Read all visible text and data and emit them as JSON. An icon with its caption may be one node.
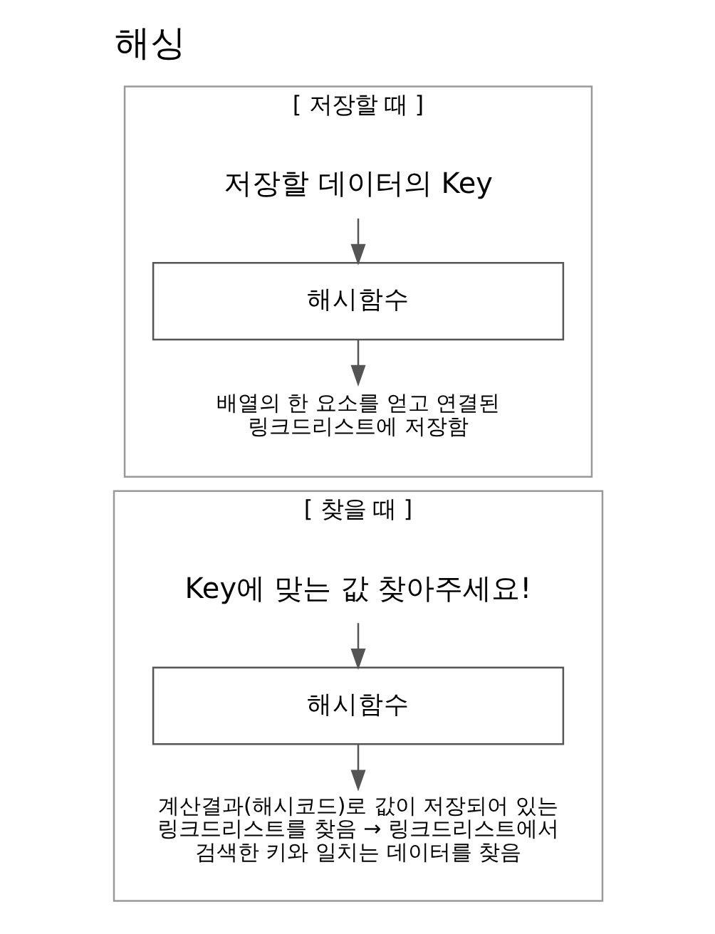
{
  "diagram": {
    "title": "해싱",
    "nodes": [
      {
        "text": [
          "[ 저장할 때 ]"
        ]
      },
      {
        "text": [
          "저장할 데이터의 Key"
        ],
        "in": 0
      },
      {
        "text": [
          "해시함수"
        ],
        "in": 0
      },
      {
        "text": [
          "배열의 한 요소를 얻고 연결된 링크드리스트에 저장함"
        ],
        "in": 0
      },
      {
        "text": [
          "[ 찾을 때 ]"
        ]
      },
      {
        "text": [
          "Key에 맞는 값 찾아주세요!"
        ],
        "in": 4
      },
      {
        "text": [
          "해시함수"
        ],
        "in": 4
      },
      {
        "text": [
          "계산결과(해시코드)로 값이 저장되어 있는 링크드리스트를 찾음 → 링크드리스트에서 검색한 키와 일치는 데이터를 찾음"
        ],
        "in": 4
      }
    ],
    "edges": [
      {
        "from": 1,
        "to": 2,
        "arrow": "to"
      },
      {
        "from": 2,
        "to": 3,
        "arrow": "to"
      },
      {
        "from": 5,
        "to": 6,
        "arrow": "to"
      },
      {
        "from": 6,
        "to": 7,
        "arrow": "to"
      }
    ]
  }
}
